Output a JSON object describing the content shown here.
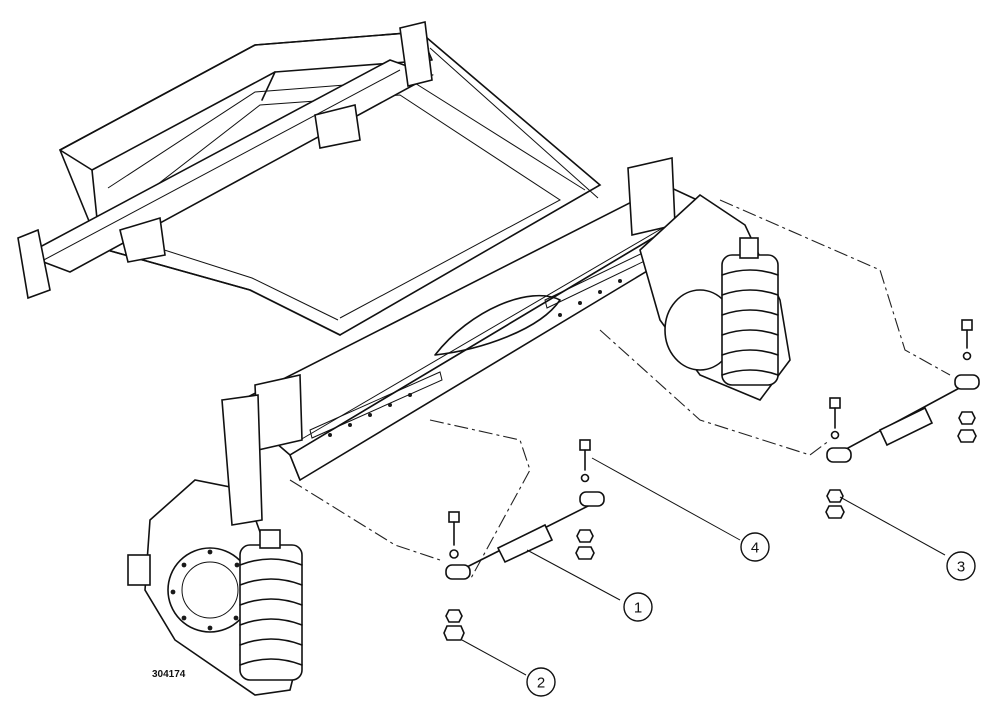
{
  "drawing_number": "304174",
  "callouts": [
    {
      "id": "c1",
      "label": "1"
    },
    {
      "id": "c2",
      "label": "2"
    },
    {
      "id": "c3",
      "label": "3"
    },
    {
      "id": "c4",
      "label": "4"
    }
  ]
}
